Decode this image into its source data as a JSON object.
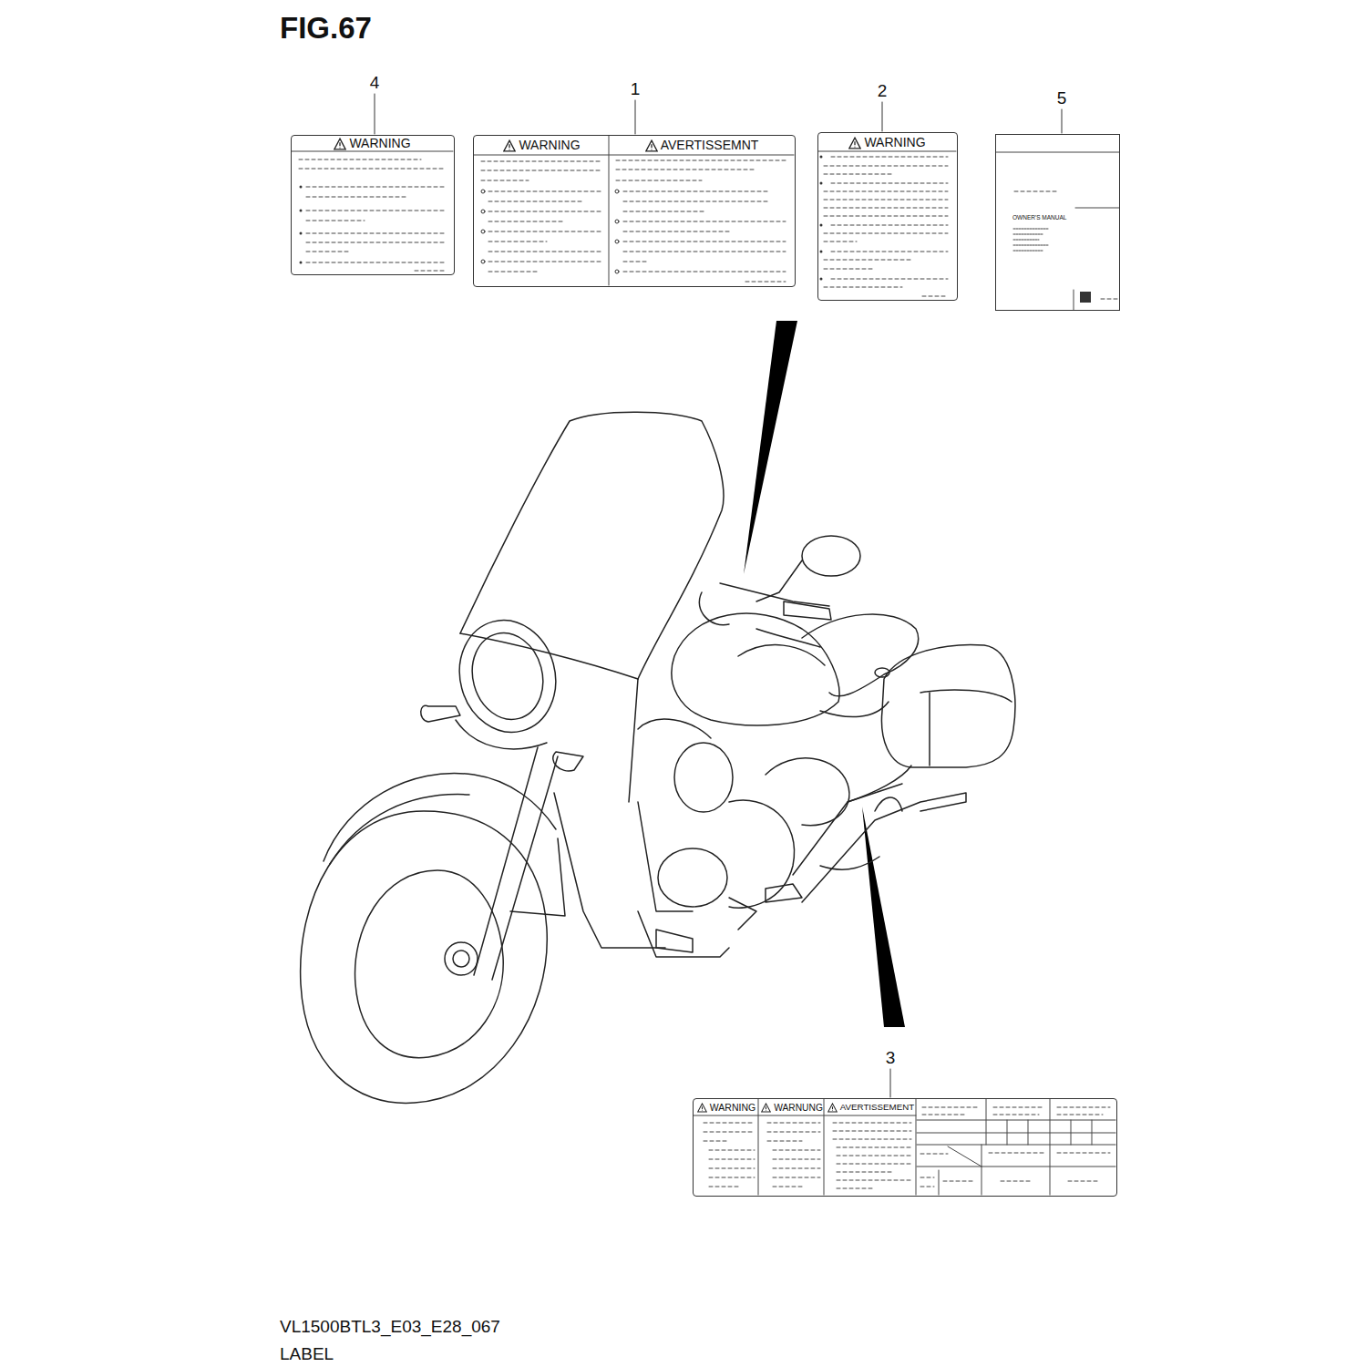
{
  "diagram": {
    "title": "FIG.67",
    "caption": "VL1500BTL3_E03_E28_067",
    "nodes": [
      {
        "text": [
          "WARNING"
        ]
      },
      {
        "text": [
          "WARNING",
          "AVERTISSEMNT"
        ]
      },
      {
        "text": [
          "WARNING"
        ]
      },
      {
        "text": [
          "OWNER'S MANUAL"
        ]
      },
      {
        "text": [
          "WARNING",
          "WARNUNG",
          "AVERTISSEMENT"
        ]
      }
    ],
    "edges": [],
    "labels": [
      "4",
      "1",
      "2",
      "5",
      "3",
      "LABEL"
    ]
  }
}
